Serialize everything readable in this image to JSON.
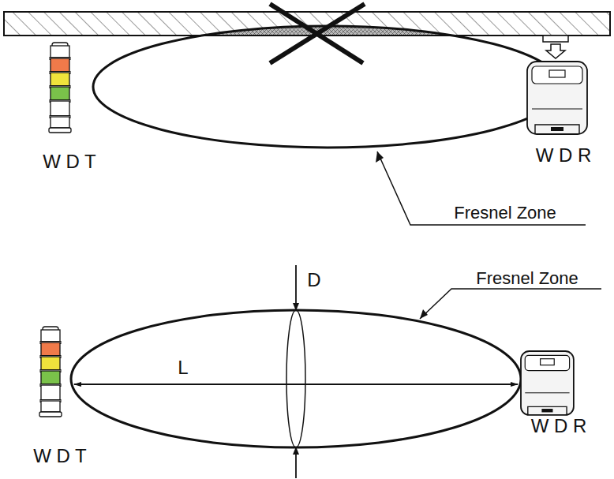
{
  "diagram": {
    "labels": [
      "W D T",
      "W D R",
      "Fresnel Zone",
      "D",
      "L",
      "Fresnel Zone",
      "W D T",
      "W D R"
    ]
  }
}
